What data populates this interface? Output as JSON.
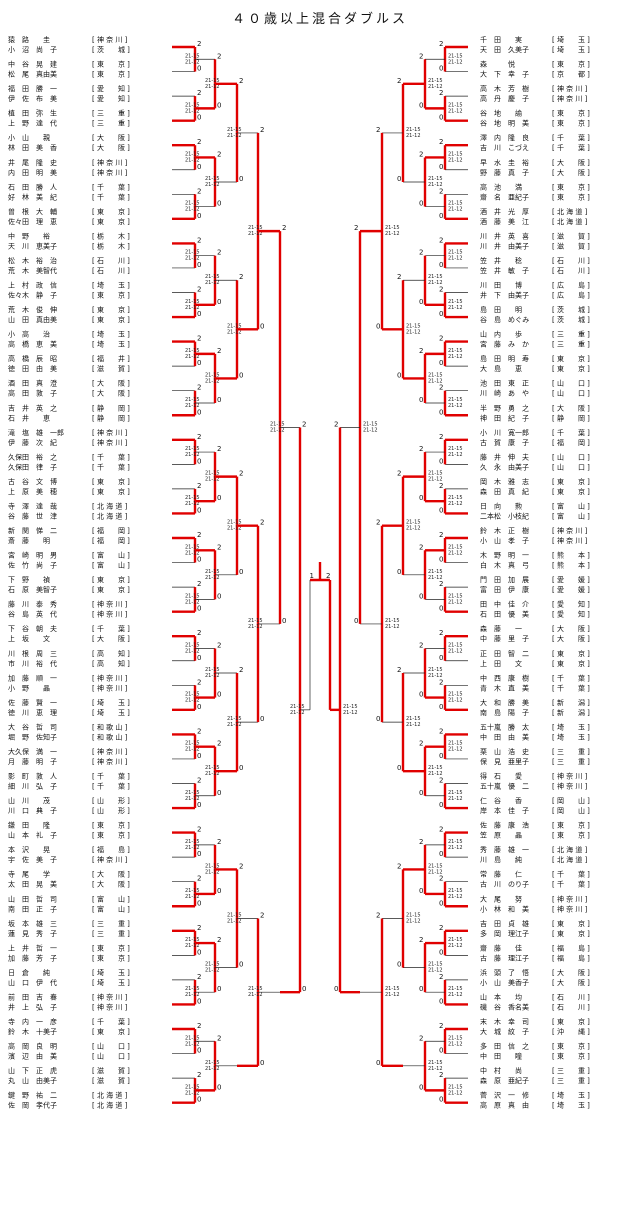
{
  "title": "４０歳以上混合ダブルス",
  "left": [
    {
      "players": [
        "猿　路　　圭",
        "小　沼　尚　子"
      ],
      "pref": [
        "神 奈 川",
        "茨　　城"
      ]
    },
    {
      "players": [
        "中　谷　晃　建",
        "松　尾　真由美"
      ],
      "pref": [
        "東　　京",
        "東　　京"
      ]
    },
    {
      "players": [
        "福　田　勝　一",
        "伊　佐　布　美"
      ],
      "pref": [
        "愛　　知",
        "愛　　知"
      ]
    },
    {
      "players": [
        "植　田　弥　生",
        "上　野　達　代"
      ],
      "pref": [
        "三　　重",
        "三　　重"
      ]
    },
    {
      "players": [
        "小　山　　親",
        "林　田　美　香"
      ],
      "pref": [
        "大　　阪",
        "大　　阪"
      ]
    },
    {
      "players": [
        "井　尾　隆　史",
        "内　田　明　美"
      ],
      "pref": [
        "神 奈 川",
        "神 奈 川"
      ]
    },
    {
      "players": [
        "石　田　勝　人",
        "好　林　美　紀"
      ],
      "pref": [
        "千　　葉",
        "千　　葉"
      ]
    },
    {
      "players": [
        "曽　根　大　輔",
        "佐々田　理　恵"
      ],
      "pref": [
        "東　　京",
        "東　　京"
      ]
    },
    {
      "players": [
        "中　野　　裕",
        "天　川　恵美子"
      ],
      "pref": [
        "栃　　木",
        "栃　　木"
      ]
    },
    {
      "players": [
        "松　木　裕　治",
        "荒　木　美智代"
      ],
      "pref": [
        "石　　川",
        "石　　川"
      ]
    },
    {
      "players": [
        "上　村　政　信",
        "佐々木　静　子"
      ],
      "pref": [
        "埼　　玉",
        "東　　京"
      ]
    },
    {
      "players": [
        "荒　木　俊　伸",
        "山　田　真由美"
      ],
      "pref": [
        "東　　京",
        "東　　京"
      ]
    },
    {
      "players": [
        "小　高　　治",
        "高　橋　恵　美"
      ],
      "pref": [
        "埼　　玉",
        "埼　　玉"
      ]
    },
    {
      "players": [
        "高　橋　辰　昭",
        "徳　田　由　美"
      ],
      "pref": [
        "福　　井",
        "滋　　賀"
      ]
    },
    {
      "players": [
        "酒　田　真　澄",
        "高　田　敦　子"
      ],
      "pref": [
        "大　　阪",
        "大　　阪"
      ]
    },
    {
      "players": [
        "吉　井　英　之",
        "石　井　　恵"
      ],
      "pref": [
        "静　　岡",
        "静　　岡"
      ]
    },
    {
      "players": [
        "滝　塩　雄　一郎",
        "伊　藤　次　紀"
      ],
      "pref": [
        "神 奈 川",
        "神 奈 川"
      ]
    },
    {
      "players": [
        "久保田　裕　之",
        "久保田　律　子"
      ],
      "pref": [
        "千　　葉",
        "千　　葉"
      ]
    },
    {
      "players": [
        "古　谷　文　博",
        "上　原　美　穂"
      ],
      "pref": [
        "東　　京",
        "東　　京"
      ]
    },
    {
      "players": [
        "寺　澤　達　哉",
        "谷　藤　世　津"
      ],
      "pref": [
        "北 海 道",
        "北 海 道"
      ]
    },
    {
      "players": [
        "新　関　悌　二",
        "斎　藤　　明"
      ],
      "pref": [
        "福　　岡",
        "福　　岡"
      ]
    },
    {
      "players": [
        "宮　崎　明　男",
        "佐　竹　尚　子"
      ],
      "pref": [
        "富　　山",
        "富　　山"
      ]
    },
    {
      "players": [
        "下　野　　禎",
        "石　原　美智子"
      ],
      "pref": [
        "東　　京",
        "東　　京"
      ]
    },
    {
      "players": [
        "藤　川　泰　秀",
        "谷　島　英　代"
      ],
      "pref": [
        "神 奈 川",
        "神 奈 川"
      ]
    },
    {
      "players": [
        "下　谷　朝　夫",
        "上　坂　　文"
      ],
      "pref": [
        "千　　葉",
        "大　　阪"
      ]
    },
    {
      "players": [
        "川　根　周　三",
        "市　川　裕　代"
      ],
      "pref": [
        "高　　知",
        "高　　知"
      ]
    },
    {
      "players": [
        "加　藤　順　一",
        "小　野　　晶"
      ],
      "pref": [
        "神 奈 川",
        "神 奈 川"
      ]
    },
    {
      "players": [
        "佐　藤　賢　一",
        "徳　川　恵　理"
      ],
      "pref": [
        "埼　　玉",
        "埼　　玉"
      ]
    },
    {
      "players": [
        "大　谷　哲　司",
        "堀　野　佐知子"
      ],
      "pref": [
        "和 歌 山",
        "和 歌 山"
      ]
    },
    {
      "players": [
        "大久保　満　一",
        "月　藤　明　子"
      ],
      "pref": [
        "神 奈 川",
        "神 奈 川"
      ]
    },
    {
      "players": [
        "影　町　敦　人",
        "細　川　弘　子"
      ],
      "pref": [
        "千　　葉",
        "千　　葉"
      ]
    },
    {
      "players": [
        "山　川　　茂",
        "川　口　典　子"
      ],
      "pref": [
        "山　　形",
        "山　　形"
      ]
    },
    {
      "players": [
        "鎌　田　　隆",
        "山　本　礼　子"
      ],
      "pref": [
        "東　　京",
        "東　　京"
      ]
    },
    {
      "players": [
        "本　沢　　晃",
        "宇　佐　美　子"
      ],
      "pref": [
        "福　　島",
        "神 奈 川"
      ]
    },
    {
      "players": [
        "寺　尾　　学",
        "太　田　晃　美"
      ],
      "pref": [
        "大　　阪",
        "大　　阪"
      ]
    },
    {
      "players": [
        "山　田　哲　司",
        "南　田　正　子"
      ],
      "pref": [
        "富　　山",
        "富　　山"
      ]
    },
    {
      "players": [
        "坂　本　雄　三",
        "蓮　見　秀　子"
      ],
      "pref": [
        "三　　重",
        "三　　重"
      ]
    },
    {
      "players": [
        "上　井　哲　一",
        "加　藤　芳　子"
      ],
      "pref": [
        "東　　京",
        "東　　京"
      ]
    },
    {
      "players": [
        "日　倉　　純",
        "山　口　伊　代"
      ],
      "pref": [
        "埼　　玉",
        "埼　　玉"
      ]
    },
    {
      "players": [
        "前　田　吉　春",
        "井　上　弘　子"
      ],
      "pref": [
        "神 奈 川",
        "神 奈 川"
      ]
    },
    {
      "players": [
        "寺　内　一　彦",
        "鈴　木　十美子"
      ],
      "pref": [
        "千　　葉",
        "東　　京"
      ]
    },
    {
      "players": [
        "高　岡　良　明",
        "濱　辺　由　美"
      ],
      "pref": [
        "山　　口",
        "山　　口"
      ]
    },
    {
      "players": [
        "山　下　正　虎",
        "丸　山　由美子"
      ],
      "pref": [
        "滋　　賀",
        "滋　　賀"
      ]
    },
    {
      "players": [
        "鍵　野　祐　二",
        "佐　岡　孝代子"
      ],
      "pref": [
        "北 海 道",
        "北 海 道"
      ]
    }
  ],
  "right": [
    {
      "players": [
        "千　田　　実",
        "天　田　久美子"
      ],
      "pref": [
        "埼　　玉",
        "埼　　玉"
      ]
    },
    {
      "players": [
        "森　　　悦",
        "大　下　幸　子"
      ],
      "pref": [
        "東　　京",
        "京　　都"
      ]
    },
    {
      "players": [
        "高　木　芳　樹",
        "高　丹　慶　子"
      ],
      "pref": [
        "神 奈 川",
        "神 奈 川"
      ]
    },
    {
      "players": [
        "谷　地　　諭",
        "谷　地　明　美"
      ],
      "pref": [
        "東　　京",
        "東　　京"
      ]
    },
    {
      "players": [
        "澤　内　隆　良",
        "吉　川　こづえ"
      ],
      "pref": [
        "千　　葉",
        "千　　葉"
      ]
    },
    {
      "players": [
        "早　水　圭　裕",
        "野　藤　真　子"
      ],
      "pref": [
        "大　　阪",
        "大　　阪"
      ]
    },
    {
      "players": [
        "高　池　　満",
        "齋　名　亜紀子"
      ],
      "pref": [
        "東　　京",
        "東　　京"
      ]
    },
    {
      "players": [
        "酒　井　光　厚",
        "酒　藤　美　江"
      ],
      "pref": [
        "北 海 道",
        "北 海 道"
      ]
    },
    {
      "players": [
        "川　井　英　喜",
        "川　井　由美子"
      ],
      "pref": [
        "滋　　賀",
        "滋　　賀"
      ]
    },
    {
      "players": [
        "笠　井　　稔",
        "笠　井　敏　子"
      ],
      "pref": [
        "石　　川",
        "石　　川"
      ]
    },
    {
      "players": [
        "川　田　　博",
        "井　下　由美子"
      ],
      "pref": [
        "広　　島",
        "広　　島"
      ]
    },
    {
      "players": [
        "島　田　　明",
        "谷　島　めぐみ"
      ],
      "pref": [
        "茨　　城",
        "茨　　城"
      ]
    },
    {
      "players": [
        "山　内　　歩",
        "宮　藤　み　か"
      ],
      "pref": [
        "三　　重",
        "三　　重"
      ]
    },
    {
      "players": [
        "島　田　明　寿",
        "大　島　　恵"
      ],
      "pref": [
        "東　　京",
        "東　　京"
      ]
    },
    {
      "players": [
        "池　田　東　正",
        "川　崎　あ　や"
      ],
      "pref": [
        "山　　口",
        "山　　口"
      ]
    },
    {
      "players": [
        "半　野　勇　之",
        "神　田　紀　子"
      ],
      "pref": [
        "大　　阪",
        "静　　岡"
      ]
    },
    {
      "players": [
        "小　川　寛一郎",
        "古　賀　康　子"
      ],
      "pref": [
        "千　　葉",
        "福　　岡"
      ]
    },
    {
      "players": [
        "藤　井　伸　夫",
        "久　永　由美子"
      ],
      "pref": [
        "山　　口",
        "山　　口"
      ]
    },
    {
      "players": [
        "岡　木　雅　志",
        "森　田　真　紀"
      ],
      "pref": [
        "東　　京",
        "東　　京"
      ]
    },
    {
      "players": [
        "日　向　　勲",
        "二本松　小枝紀"
      ],
      "pref": [
        "富　　山",
        "富　　山"
      ]
    },
    {
      "players": [
        "鈴　木　正　樹",
        "小　山　孝　子"
      ],
      "pref": [
        "神 奈 川",
        "神 奈 川"
      ]
    },
    {
      "players": [
        "木　野　明　一",
        "白　木　真　弓"
      ],
      "pref": [
        "熊　　本",
        "熊　　本"
      ]
    },
    {
      "players": [
        "門　田　加　展",
        "富　田　伊　康"
      ],
      "pref": [
        "愛　　媛",
        "愛　　媛"
      ]
    },
    {
      "players": [
        "田　中　佳　介",
        "石　田　優　美"
      ],
      "pref": [
        "愛　　知",
        "愛　　知"
      ]
    },
    {
      "players": [
        "森　藤　　一",
        "中　藤　里　子"
      ],
      "pref": [
        "大　　阪",
        "大　　阪"
      ]
    },
    {
      "players": [
        "正　田　智　二",
        "上　田　　文"
      ],
      "pref": [
        "東　　京",
        "東　　京"
      ]
    },
    {
      "players": [
        "中　西　康　樹",
        "青　木　直　美"
      ],
      "pref": [
        "千　　葉",
        "千　　葉"
      ]
    },
    {
      "players": [
        "大　和　勝　美",
        "南　島　陽　子"
      ],
      "pref": [
        "新　　潟",
        "新　　潟"
      ]
    },
    {
      "players": [
        "五十嵐　勝　太",
        "中　田　由　美"
      ],
      "pref": [
        "埼　　玉",
        "埼　　玉"
      ]
    },
    {
      "players": [
        "栗　山　浩　史",
        "保　見　亜里子"
      ],
      "pref": [
        "三　　重",
        "三　　重"
      ]
    },
    {
      "players": [
        "得　石　　愛",
        "五十嵐　優　二"
      ],
      "pref": [
        "神 奈 川",
        "神 奈 川"
      ]
    },
    {
      "players": [
        "仁　谷　　香",
        "岸　本　佳　子"
      ],
      "pref": [
        "岡　　山",
        "岡　　山"
      ]
    },
    {
      "players": [
        "佐　藤　康　浩",
        "笠　原　　晶"
      ],
      "pref": [
        "東　　京",
        "東　　京"
      ]
    },
    {
      "players": [
        "秀　藤　雄　一",
        "川　島　　純"
      ],
      "pref": [
        "北 海 道",
        "北 海 道"
      ]
    },
    {
      "players": [
        "常　藤　　仁",
        "古　川　のり子"
      ],
      "pref": [
        "千　　葉",
        "千　　葉"
      ]
    },
    {
      "players": [
        "大　尾　　努",
        "小　林　和　美"
      ],
      "pref": [
        "神 奈 川",
        "神 奈 川"
      ]
    },
    {
      "players": [
        "吉　田　貞　雄",
        "多　岡　理江子"
      ],
      "pref": [
        "東　　京",
        "東　　京"
      ]
    },
    {
      "players": [
        "齋　藤　　佳",
        "古　藤　理江子"
      ],
      "pref": [
        "福　　島",
        "福　　島"
      ]
    },
    {
      "players": [
        "浜　頭　了　悟",
        "小　山　美香子"
      ],
      "pref": [
        "大　　阪",
        "大　　阪"
      ]
    },
    {
      "players": [
        "山　本　　均",
        "磯　谷　香名美"
      ],
      "pref": [
        "石　　川",
        "石　　川"
      ]
    },
    {
      "players": [
        "末　木　幸　司",
        "大　城　紋　子"
      ],
      "pref": [
        "東　　京",
        "沖　　縄"
      ]
    },
    {
      "players": [
        "多　田　信　之",
        "中　田　　瞳"
      ],
      "pref": [
        "東　　京",
        "東　　京"
      ]
    },
    {
      "players": [
        "中　村　　尚",
        "森　原　亜紀子"
      ],
      "pref": [
        "三　　重",
        "三　　重"
      ]
    },
    {
      "players": [
        "菅　沢　一　修",
        "高　原　真　由"
      ],
      "pref": [
        "埼　　玉",
        "埼　　玉"
      ]
    }
  ],
  "final": {
    "left_games": "1",
    "right_games": "2"
  }
}
